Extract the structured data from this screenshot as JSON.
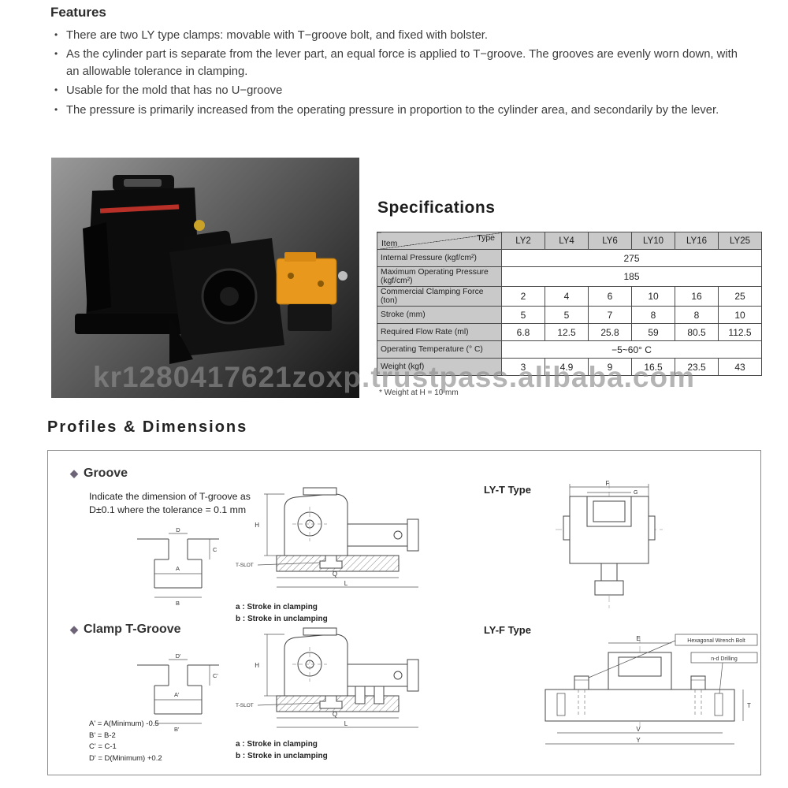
{
  "features": {
    "title": "Features",
    "items": [
      "There are two LY type clamps: movable with T−groove bolt, and fixed with bolster.",
      "As the cylinder part is separate from the lever part, an equal force is applied to T−groove. The grooves are evenly worn down, with an allowable tolerance in clamping.",
      "Usable for the mold that has no U−groove",
      "The pressure is primarily increased from the operating pressure in proportion to the cylinder area, and secondarily by the lever."
    ]
  },
  "watermark": "kr1280417621zoxp.trustpass.alibaba.com",
  "specifications": {
    "title": "Specifications",
    "header": {
      "type_label": "Type",
      "item_label": "Item",
      "columns": [
        "LY2",
        "LY4",
        "LY6",
        "LY10",
        "LY16",
        "LY25"
      ]
    },
    "rows": [
      {
        "label": "Internal Pressure (kgf/cm²)",
        "value": "275"
      },
      {
        "label": "Maximum Operating Pressure (kgf/cm²)",
        "value": "185"
      },
      {
        "label": "Commercial Clamping Force (ton)",
        "values": [
          "2",
          "4",
          "6",
          "10",
          "16",
          "25"
        ]
      },
      {
        "label": "Stroke (mm)",
        "values": [
          "5",
          "5",
          "7",
          "8",
          "8",
          "10"
        ]
      },
      {
        "label": "Required Flow Rate (ml)",
        "values": [
          "6.8",
          "12.5",
          "25.8",
          "59",
          "80.5",
          "112.5"
        ]
      },
      {
        "label": "Operating Temperature (° C)",
        "value": "−5~60° C"
      },
      {
        "label": "Weight (kgf)",
        "values": [
          "3",
          "4.9",
          "9",
          "16.5",
          "23.5",
          "43"
        ]
      }
    ],
    "footnote": "* Weight at H = 10 mm"
  },
  "profiles": {
    "title": "Profiles & Dimensions",
    "bullet_icon": "◆",
    "groove": {
      "title": "Groove",
      "desc1": "Indicate the dimension of T-groove as",
      "desc2": "D±0.1 where the tolerance = 0.1 mm",
      "dims": {
        "a": "A",
        "b": "B",
        "c": "C",
        "d": "D"
      }
    },
    "clamp_groove": {
      "title": "Clamp T-Groove",
      "dims": {
        "a": "A'",
        "b": "B'",
        "c": "C'",
        "d": "D'"
      },
      "notes": [
        "A' = A(Minimum) -0.5",
        "B' = B-2",
        "C' = C-1",
        "D' = D(Minimum) +0.2"
      ]
    },
    "stroke_note_a": "a : Stroke in clamping",
    "stroke_note_b": "b : Stroke in unclamping",
    "side_dims": {
      "tslot": "T-SLOT",
      "h": "H",
      "l": "L",
      "q": "Q"
    },
    "ly_t": {
      "label": "LY-T Type",
      "f": "F",
      "g": "G"
    },
    "ly_f": {
      "label": "LY-F Type",
      "bolt": "Hexagonal Wrench Bolt",
      "drill": "n-d Drilling",
      "e": "E",
      "v": "V",
      "y": "Y",
      "t": "T"
    }
  }
}
